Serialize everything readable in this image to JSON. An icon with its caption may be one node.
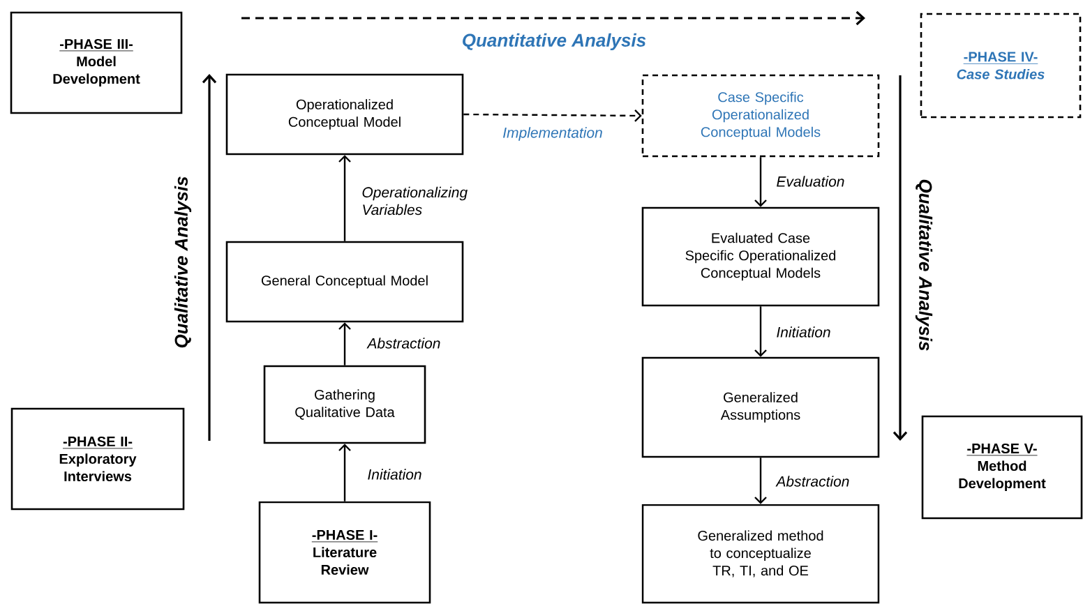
{
  "diagram": {
    "nodes": [
      {
        "text": [
          "-PHASE III-",
          "Model Development"
        ]
      },
      {
        "text": [
          "-PHASE II-",
          "Exploratory Interviews"
        ]
      },
      {
        "text": [
          "-PHASE I-",
          "Literature Review"
        ]
      },
      {
        "text": [
          "Gathering Qualitative Data"
        ]
      },
      {
        "text": [
          "General Conceptual Model"
        ]
      },
      {
        "text": [
          "Operationalized Conceptual Model"
        ]
      },
      {
        "text": [
          "Case Specific Operationalized Conceptual Models"
        ]
      },
      {
        "text": [
          "-PHASE IV-",
          "Case Studies"
        ]
      },
      {
        "text": [
          "Evaluated Case Specific Operationalized Conceptual Models"
        ]
      },
      {
        "text": [
          "Generalized Assumptions"
        ]
      },
      {
        "text": [
          "Generalized method to conceptualize TR, TI, and OE"
        ]
      },
      {
        "text": [
          "-PHASE V-",
          "Method Development"
        ]
      }
    ],
    "edges": [
      {
        "from": 2,
        "to": 3,
        "arrow": "to",
        "label": "Initiation"
      },
      {
        "from": 3,
        "to": 4,
        "arrow": "to",
        "label": "Abstraction"
      },
      {
        "from": 4,
        "to": 5,
        "arrow": "to",
        "label": "Operationalizing Variables"
      },
      {
        "from": 5,
        "to": 6,
        "arrow": "to",
        "label": "Implementation",
        "style": "dashed"
      },
      {
        "from": 6,
        "to": 8,
        "arrow": "to",
        "label": "Evaluation"
      },
      {
        "from": 8,
        "to": 9,
        "arrow": "to",
        "label": "Initiation"
      },
      {
        "from": 9,
        "to": 10,
        "arrow": "to",
        "label": "Abstraction"
      }
    ],
    "labels": [
      "Quantitative Analysis",
      "Qualitative Analysis",
      "Qualitative Analysis"
    ]
  }
}
